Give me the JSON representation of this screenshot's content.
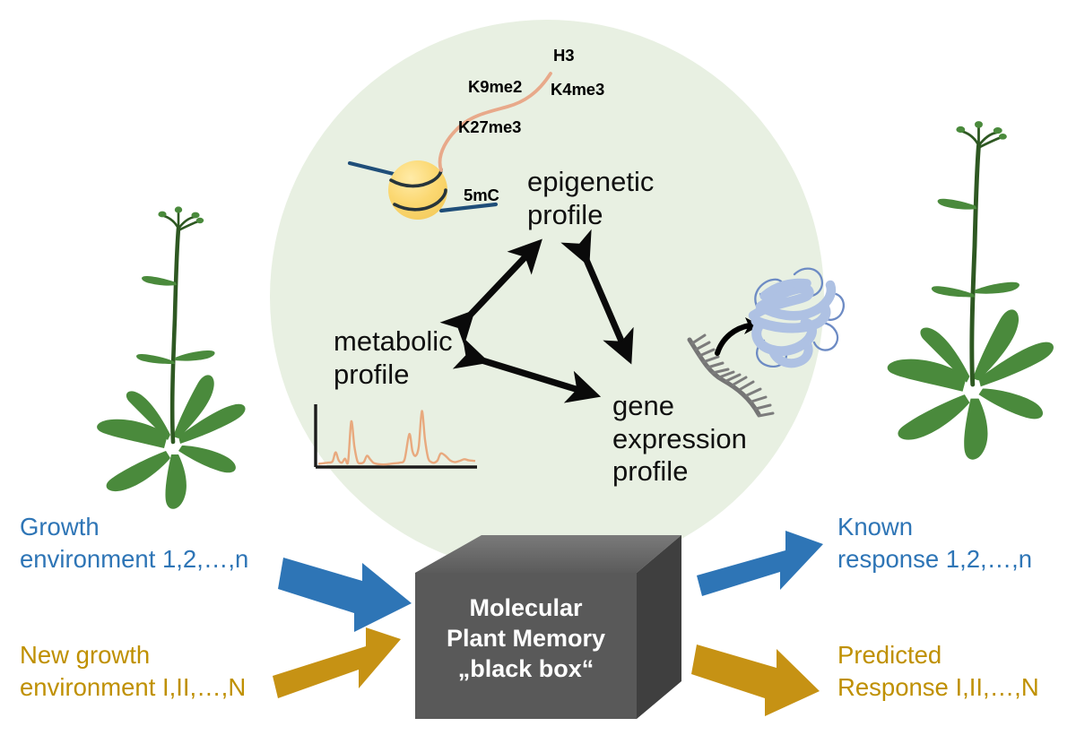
{
  "figure": {
    "title": "Molecular Plant Memory black box conceptual diagram",
    "background_color": "#FFFFFF",
    "circle_fill": "#E8F0E2"
  },
  "center_circle": {
    "profiles": [
      {
        "id": "epigenetic",
        "label": "epigenetic\nprofile"
      },
      {
        "id": "metabolic",
        "label": "metabolic\nprofile"
      },
      {
        "id": "gene_expression",
        "label": "gene\nexpression\nprofile"
      }
    ],
    "relations": [
      {
        "from": "metabolic",
        "to": "epigenetic",
        "style": "double-headed-arrow"
      },
      {
        "from": "epigenetic",
        "to": "gene_expression",
        "style": "double-headed-arrow"
      },
      {
        "from": "metabolic",
        "to": "gene_expression",
        "style": "double-headed-arrow"
      }
    ]
  },
  "nucleosome": {
    "histone_color": "#FBD872",
    "dna_wrap_color": "#26343B",
    "dna_linker_color": "#1F4E79",
    "tail_color": "#E8A98A",
    "marks": [
      {
        "id": "h3",
        "label": "H3"
      },
      {
        "id": "k4me3",
        "label": "K4me3"
      },
      {
        "id": "k9me2",
        "label": "K9me2"
      },
      {
        "id": "k27me3",
        "label": "K27me3"
      },
      {
        "id": "5mc",
        "label": "5mC"
      }
    ]
  },
  "chart_data": {
    "type": "line",
    "title": "metabolic profile",
    "xlabel": "",
    "ylabel": "",
    "grid": false,
    "legend": "none",
    "trace_color": "#E8A97E",
    "axis_color": "#1B1B1B",
    "xlim": [
      0,
      100
    ],
    "ylim": [
      0,
      100
    ],
    "x": [
      0,
      3,
      6,
      9,
      11,
      13,
      15,
      17,
      19,
      21,
      23,
      25,
      27,
      29,
      31,
      33,
      35,
      37,
      40,
      43,
      46,
      49,
      52,
      55,
      58,
      60,
      62,
      64,
      66,
      68,
      70,
      72,
      74,
      76,
      78,
      81,
      84,
      87,
      90,
      93,
      96,
      100
    ],
    "y": [
      4,
      5,
      6,
      8,
      24,
      10,
      6,
      13,
      8,
      78,
      34,
      8,
      5,
      7,
      18,
      12,
      6,
      4,
      3,
      3,
      4,
      5,
      6,
      12,
      56,
      26,
      18,
      34,
      96,
      46,
      14,
      7,
      6,
      10,
      22,
      18,
      10,
      7,
      9,
      12,
      10,
      9
    ],
    "peaks": [
      {
        "x": 11,
        "height": 24,
        "label": ""
      },
      {
        "x": 21,
        "height": 78,
        "label": ""
      },
      {
        "x": 31,
        "height": 18,
        "label": ""
      },
      {
        "x": 58,
        "height": 56,
        "label": ""
      },
      {
        "x": 66,
        "height": 96,
        "label": ""
      },
      {
        "x": 78,
        "height": 22,
        "label": ""
      }
    ]
  },
  "gene_expression_glyphs": {
    "mrna": {
      "name": "mrna-strand",
      "color": "#757575"
    },
    "protein": {
      "name": "protein-ribbon",
      "ribbon_color": "#AEC1E3",
      "loop_color": "#6D8BC4"
    },
    "translation_arrow": {
      "name": "translation-arrow",
      "color": "#000000"
    }
  },
  "black_box": {
    "label": "Molecular\nPlant Memory\n„black box“",
    "face_color": "#595959",
    "top_color": "#6E6E6E",
    "side_color": "#3F3F3F"
  },
  "plants": [
    {
      "id": "plant-left",
      "name": "arabidopsis-plant-left",
      "leaf_color": "#4A8A3C",
      "stem_color": "#2E5822"
    },
    {
      "id": "plant-right",
      "name": "arabidopsis-plant-right",
      "leaf_color": "#4A8A3C",
      "stem_color": "#2E5822"
    }
  ],
  "corners": {
    "top_left": {
      "label": "Growth\nenvironment 1,2,…,n",
      "color": "#2E75B6"
    },
    "bottom_left": {
      "label": "New growth\nenvironment I,II,…,N",
      "color": "#BF9000"
    },
    "top_right": {
      "label": "Known\nresponse 1,2,…,n",
      "color": "#2E75B6"
    },
    "bottom_right": {
      "label": "Predicted\nResponse I,II,…,N",
      "color": "#BF9000"
    }
  },
  "flow_arrows": [
    {
      "id": "in-known",
      "name": "blue-arrow-in",
      "color": "#2E75B6",
      "direction": "down-right"
    },
    {
      "id": "in-new",
      "name": "gold-arrow-in",
      "color": "#C69214",
      "direction": "up-right"
    },
    {
      "id": "out-known",
      "name": "blue-arrow-out",
      "color": "#2E75B6",
      "direction": "up-right"
    },
    {
      "id": "out-predicted",
      "name": "gold-arrow-out",
      "color": "#C69214",
      "direction": "down-right"
    }
  ]
}
